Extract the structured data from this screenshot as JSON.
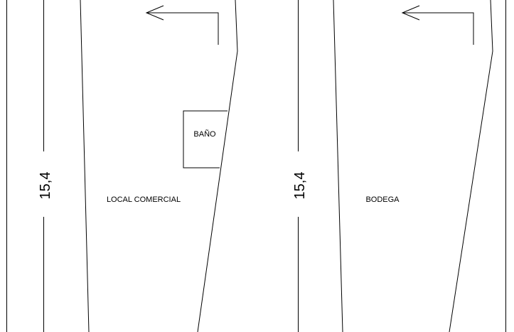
{
  "plan": {
    "rooms": [
      {
        "id": "local",
        "label": "LOCAL COMERCIAL"
      },
      {
        "id": "bano",
        "label": "BAÑO"
      },
      {
        "id": "bodega",
        "label": "BODEGA"
      }
    ],
    "dimensions": [
      {
        "id": "left",
        "label": "15,4"
      },
      {
        "id": "right",
        "label": "15,4"
      }
    ]
  }
}
